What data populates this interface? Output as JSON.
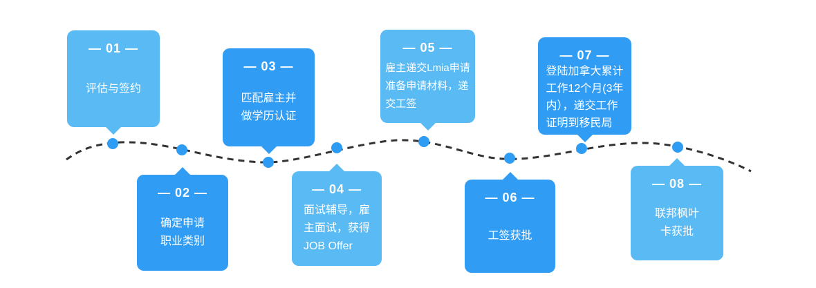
{
  "diagram": {
    "type": "process-timeline",
    "background": "#FFFFFF",
    "colors": {
      "light_blue": "#5ABAF4",
      "dark_blue": "#309CF4",
      "dot": "#2F9CF3",
      "dashed_line": "#333333",
      "text": "#FFFFFF"
    }
  },
  "timeline": {
    "steps": [
      {
        "id": "01",
        "title": "— 01 —",
        "body": "评估与签约",
        "tone": "light",
        "position": "above"
      },
      {
        "id": "02",
        "title": "— 02 —",
        "body": "确定申请\n职业类别",
        "tone": "dark",
        "position": "below"
      },
      {
        "id": "03",
        "title": "— 03 —",
        "body": "匹配雇主并\n做学历认证",
        "tone": "dark",
        "position": "above"
      },
      {
        "id": "04",
        "title": "— 04 —",
        "body": "面试辅导，雇\n主面试，获得\nJOB Offer",
        "tone": "light",
        "position": "below"
      },
      {
        "id": "05",
        "title": "— 05 —",
        "body": "雇主递交Lmia申请\n准备申请材料，递\n交工签",
        "tone": "light",
        "position": "above"
      },
      {
        "id": "06",
        "title": "— 06 —",
        "body": "工签获批",
        "tone": "dark",
        "position": "below"
      },
      {
        "id": "07",
        "title": "— 07 —",
        "body": "登陆加拿大累计\n工作12个月(3年\n内），递交工作\n证明到移民局",
        "tone": "dark",
        "position": "above"
      },
      {
        "id": "08",
        "title": "— 08 —",
        "body": "联邦枫叶\n卡获批",
        "tone": "light",
        "position": "below"
      }
    ]
  }
}
